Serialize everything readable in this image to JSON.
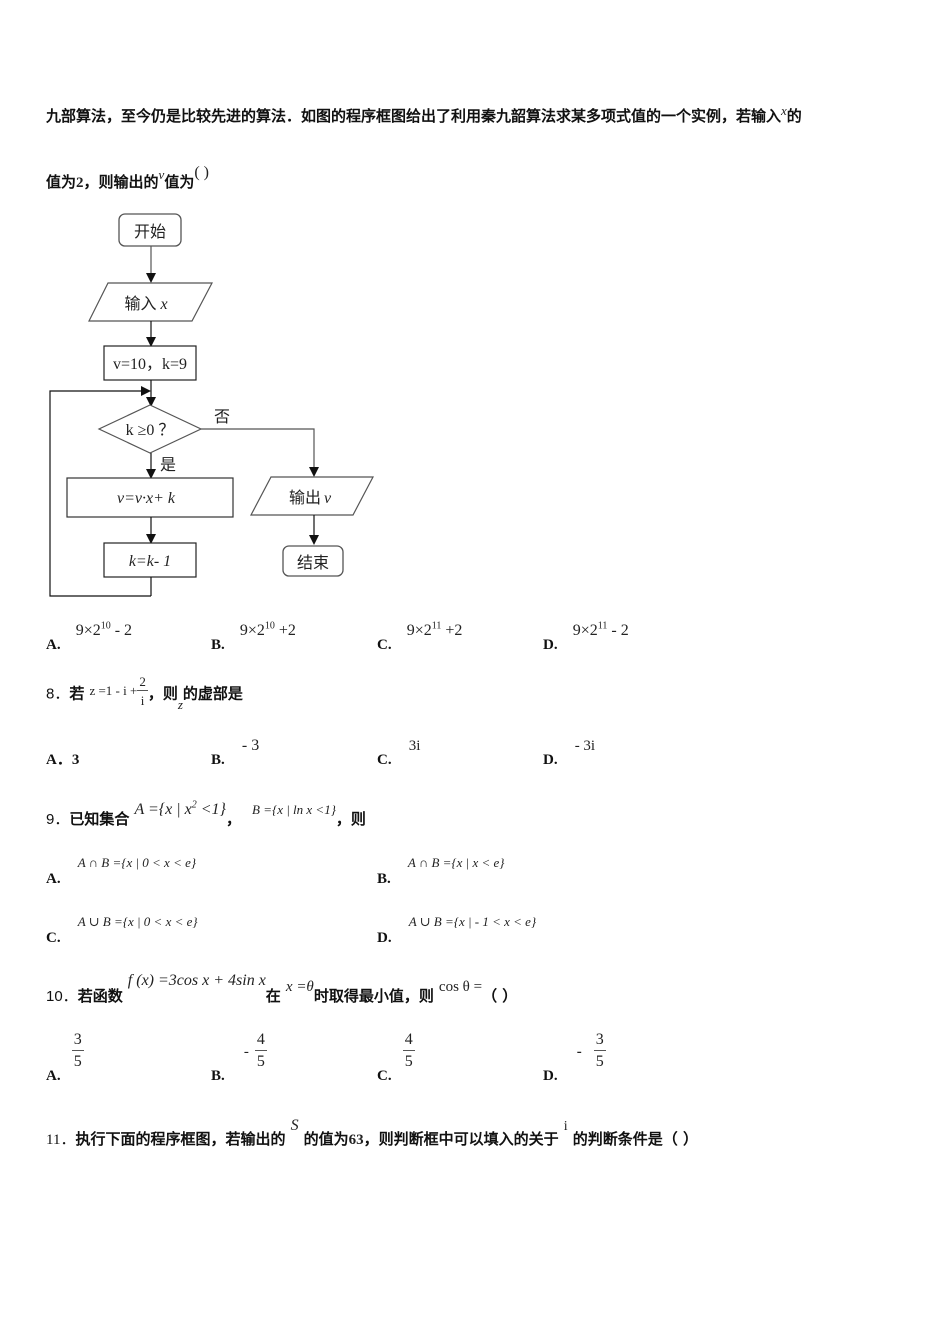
{
  "intro": {
    "line1": "九部算法，至今仍是比较先进的算法．如图的程序框图给出了利用秦九韶算法求某多项式值的一个实例，若输入",
    "line1_var": "x",
    "line1_end": "的",
    "line2_start": "值为",
    "line2_num": "2",
    "line2_mid": "，则输出的",
    "line2_var": "v",
    "line2_end": "值为",
    "paren": "(        )"
  },
  "flowchart": {
    "start": "开始",
    "input": "输入",
    "input_var": "x",
    "init": "v=10，k=9",
    "condition": "k ≥0 ？",
    "no_label": "否",
    "yes_label": "是",
    "update_v": "v=v·x+ k",
    "update_k": "k=k- 1",
    "output": "输出",
    "output_var": "v",
    "end": "结束"
  },
  "q7_options": [
    {
      "label": "A.",
      "base": "9×2",
      "exp": "10",
      "tail": " - 2"
    },
    {
      "label": "B.",
      "base": "9×2",
      "exp": "10",
      "tail": " +2"
    },
    {
      "label": "C.",
      "base": "9×2",
      "exp": "11",
      "tail": " +2"
    },
    {
      "label": "D.",
      "base": "9×2",
      "exp": "11",
      "tail": " - 2"
    }
  ],
  "q8": {
    "number": "8．",
    "prefix": "若",
    "expr": "z =1 - i +",
    "frac_num": "2",
    "frac_den": "i",
    "mid": "，则",
    "var": "z",
    "suffix": "的虚部是",
    "options": [
      {
        "label": "A．",
        "value": "3"
      },
      {
        "label": "B.",
        "value": "- 3"
      },
      {
        "label": "C.",
        "value": "3i"
      },
      {
        "label": "D.",
        "value": "- 3i"
      }
    ]
  },
  "q9": {
    "number": "9．",
    "prefix": "已知集合",
    "setA": "A ={x | x",
    "setA_exp": "2",
    "setA_end": " <1}",
    "comma": "，",
    "setB": "B ={x | ln x <1}",
    "suffix": "，则",
    "options": [
      {
        "label": "A.",
        "value": "A ∩ B ={x | 0 < x < e}"
      },
      {
        "label": "B.",
        "value": "A ∩ B ={x | x < e}"
      },
      {
        "label": "C.",
        "value": "A ∪ B ={x | 0 < x < e}"
      },
      {
        "label": "D.",
        "value": "A ∪ B ={x | - 1 < x < e}"
      }
    ]
  },
  "q10": {
    "number": "10．",
    "prefix": "若函数",
    "func": "f (x) =3cos x + 4sin x",
    "at": "在",
    "cond": "x =θ",
    "mid": "时取得最小值，则",
    "target": "cos θ =",
    "paren": "（    ）",
    "options": [
      {
        "label": "A.",
        "sign": "",
        "num": "3",
        "den": "5"
      },
      {
        "label": "B.",
        "sign": "-",
        "num": "4",
        "den": "5"
      },
      {
        "label": "C.",
        "sign": "",
        "num": "4",
        "den": "5"
      },
      {
        "label": "D.",
        "sign": "-",
        "num": "3",
        "den": "5"
      }
    ]
  },
  "q11": {
    "number": "11．",
    "prefix": "执行下面的程序框图，若输出的",
    "var_s": "S",
    "mid1": "的值为",
    "value": "63",
    "mid2": "，则判断框中可以填入的关于",
    "var_i": "i",
    "suffix": "的判断条件是（    ）"
  }
}
